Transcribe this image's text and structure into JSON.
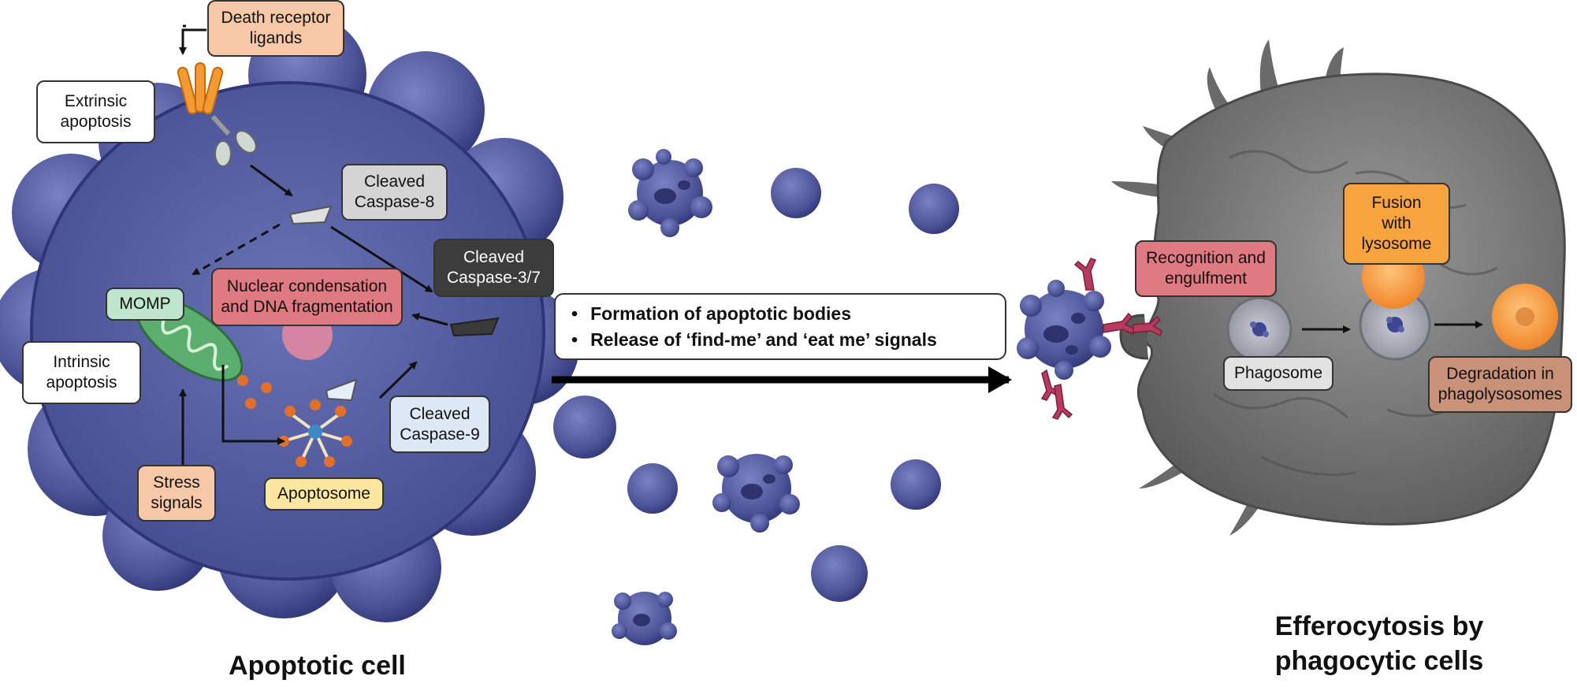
{
  "labels": {
    "death_receptor_ligands": "Death receptor\nligands",
    "extrinsic_apoptosis": "Extrinsic\napoptosis",
    "cleaved_caspase_8": "Cleaved\nCaspase-8",
    "cleaved_caspase_37": "Cleaved\nCaspase-3/7",
    "momp": "MOMP",
    "nuclear_condensation": "Nuclear condensation\nand DNA fragmentation",
    "intrinsic_apoptosis": "Intrinsic\napoptosis",
    "stress_signals": "Stress\nsignals",
    "apoptosome": "Apoptosome",
    "cleaved_caspase_9": "Cleaved\nCaspase-9",
    "recognition_engulfment": "Recognition and\nengulfment",
    "fusion_lysosome": "Fusion\nwith\nlysosome",
    "phagosome": "Phagosome",
    "degradation": "Degradation in\nphagolysosomes"
  },
  "bullets": [
    "Formation of apoptotic bodies",
    "Release of ‘find-me’ and ‘eat me’ signals"
  ],
  "titles": {
    "apoptotic_cell": "Apoptotic cell",
    "efferocytosis": "Efferocytosis by\nphagocytic cells"
  },
  "colors": {
    "cell_fill": "#4a5296",
    "cell_outline": "#2f3577",
    "bleb_fill": "#5a62a6",
    "phagocyte": "#6e6e6e",
    "box_salmon": "#f6c8a8",
    "box_grey": "#d4d4d4",
    "box_dark": "#3c3c3c",
    "box_green": "#bfe6cc",
    "box_red": "#e07a82",
    "box_yellow": "#fce6a0",
    "box_lightblue": "#dde8f6",
    "box_orange": "#f8a43e",
    "box_brown": "#c99278",
    "mitochondrion": "#5cae6e",
    "receptor": "#f39a32",
    "recognition_receptor": "#b83a5e",
    "lysosome": "#f7a04a"
  }
}
